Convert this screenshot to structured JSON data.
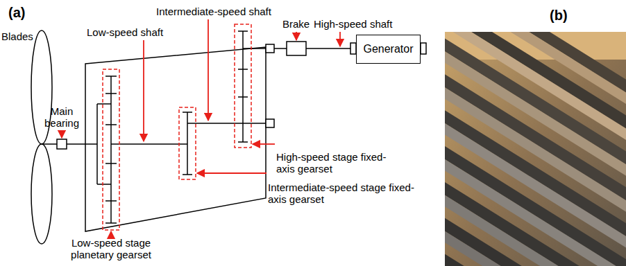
{
  "diagram": {
    "nodes": [
      {
        "text": [
          "Generator"
        ]
      }
    ],
    "labels": [
      "(a)",
      "(b)",
      "Blades",
      "Main bearing",
      "Low-speed shaft",
      "Intermediate-speed shaft",
      "High-speed shaft",
      "Brake",
      "High-speed stage fixed-axis gearset",
      "Intermediate-speed stage fixed-axis gearset",
      "Low-speed stage planetary gearset"
    ]
  }
}
